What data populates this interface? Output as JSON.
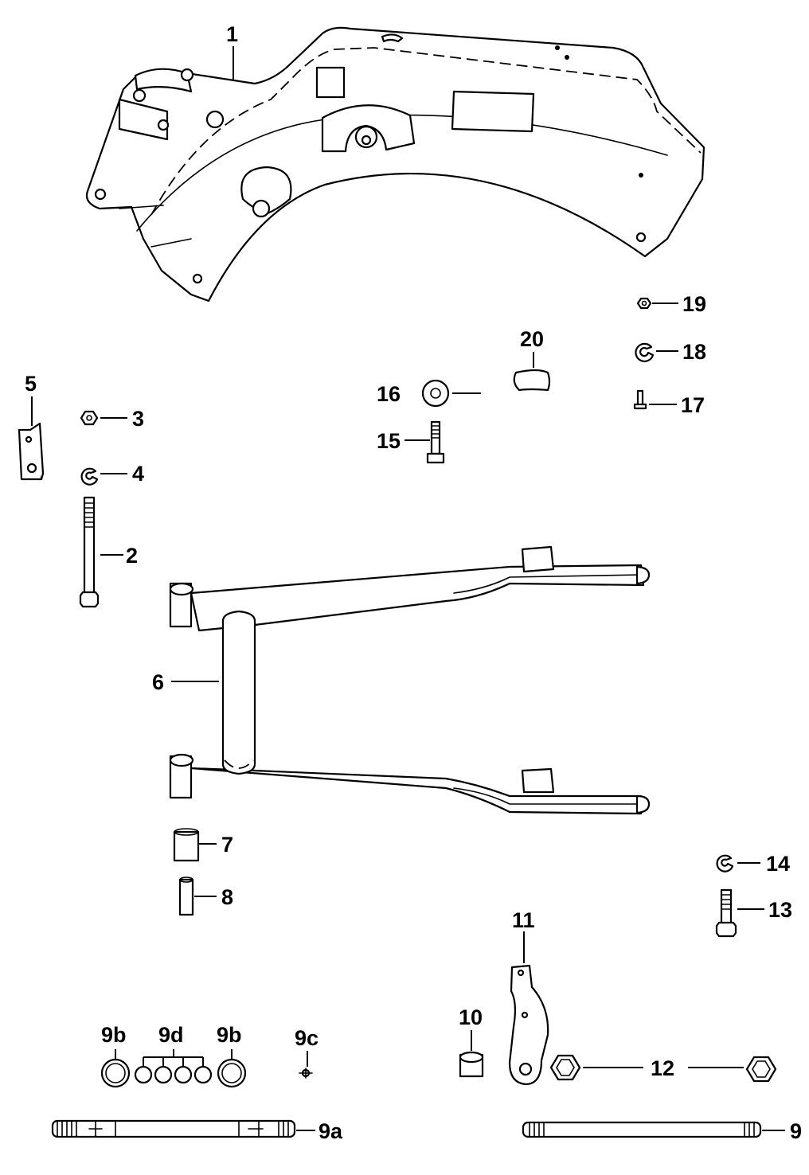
{
  "callouts": {
    "c1": "1",
    "c2": "2",
    "c3": "3",
    "c4": "4",
    "c5": "5",
    "c6": "6",
    "c7": "7",
    "c8": "8",
    "c9": "9",
    "c9a": "9a",
    "c9b_left": "9b",
    "c9b_right": "9b",
    "c9c": "9c",
    "c9d": "9d",
    "c10": "10",
    "c11": "11",
    "c12": "12",
    "c13": "13",
    "c14": "14",
    "c15": "15",
    "c16": "16",
    "c17": "17",
    "c18": "18",
    "c19": "19",
    "c20": "20"
  },
  "colors": {
    "ink": "#000000",
    "paper": "#ffffff"
  }
}
